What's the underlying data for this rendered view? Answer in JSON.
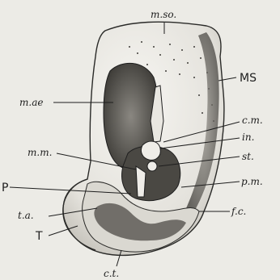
{
  "figure": {
    "labels": {
      "m_so": "m.so.",
      "MS": "MS",
      "m_ae": "m.ae",
      "c_m": "c.m.",
      "in": "in.",
      "m_m": "m.m.",
      "st": "st.",
      "P": "P",
      "p_m": "p.m.",
      "t_a": "t.a.",
      "f_c": "f.c.",
      "T": "T",
      "c_t": "c.t."
    }
  }
}
